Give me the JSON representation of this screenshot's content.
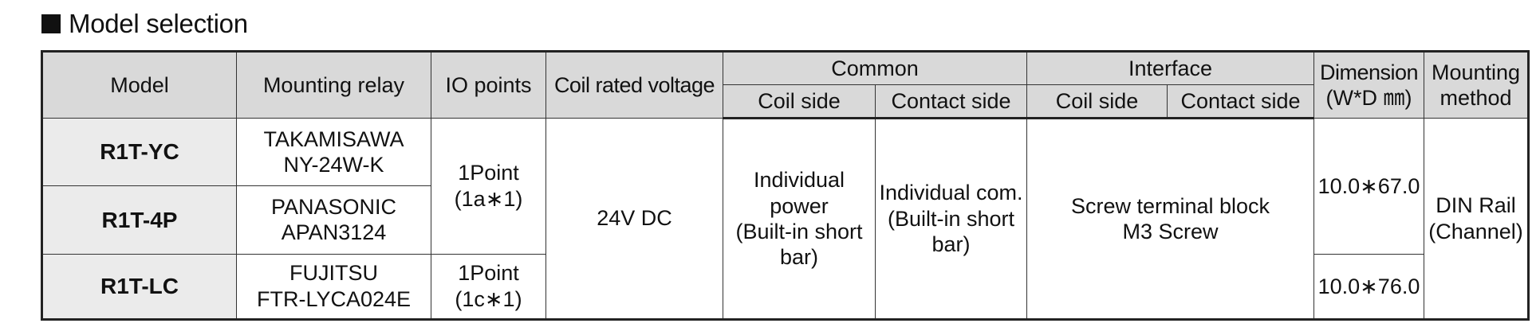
{
  "section": {
    "title": "Model selection"
  },
  "table": {
    "headers": {
      "model": "Model",
      "mounting_relay": "Mounting relay",
      "io_points": "IO points",
      "coil_rated_voltage": "Coil rated voltage",
      "common": "Common",
      "common_coil_side": "Coil side",
      "common_contact_side": "Contact side",
      "interface": "Interface",
      "interface_coil_side": "Coil side",
      "interface_contact_side": "Contact side",
      "dimension_line1": "Dimension",
      "dimension_line2": "(W*D ㎜)",
      "mounting_line1": "Mounting",
      "mounting_line2": "method"
    },
    "rows": [
      {
        "model": "R1T-YC",
        "relay_line1": "TAKAMISAWA",
        "relay_line2": "NY-24W-K"
      },
      {
        "model": "R1T-4P",
        "relay_line1": "PANASONIC",
        "relay_line2": "APAN3124"
      },
      {
        "model": "R1T-LC",
        "relay_line1": "FUJITSU",
        "relay_line2": "FTR-LYCA024E"
      }
    ],
    "io_points": [
      {
        "line1": "1Point",
        "line2": "(1a∗1)"
      },
      {
        "line1": "1Point",
        "line2": "(1c∗1)"
      }
    ],
    "coil_rated_voltage": "24V DC",
    "common_coil_side": {
      "line1": "Individual",
      "line2": "power",
      "line3": "(Built-in short",
      "line4": "bar)"
    },
    "common_contact_side": {
      "line1": "Individual com.",
      "line2": "(Built-in short",
      "line3": "bar)"
    },
    "interface": {
      "line1": "Screw terminal block",
      "line2": "M3 Screw"
    },
    "dimensions": [
      "10.0∗67.0",
      "10.0∗76.0"
    ],
    "mounting_method": {
      "line1": "DIN Rail",
      "line2": "(Channel)"
    }
  }
}
